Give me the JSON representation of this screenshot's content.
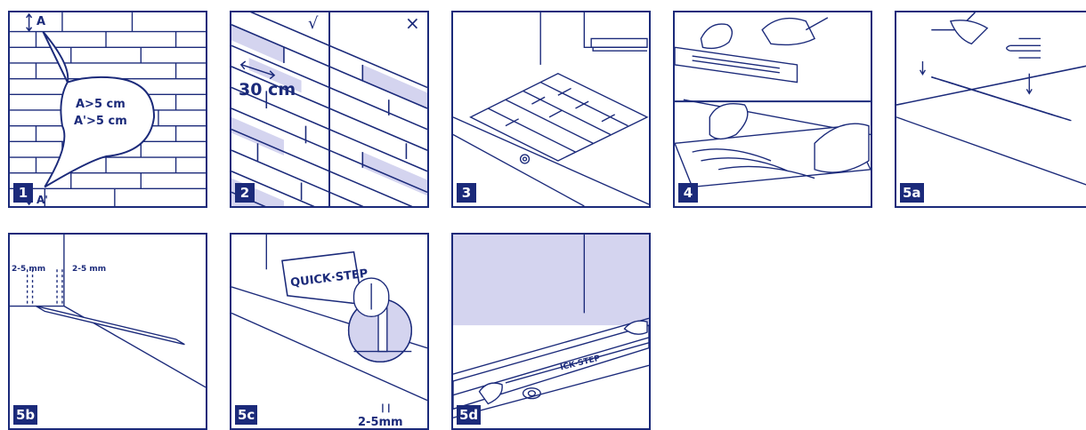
{
  "colors": {
    "ink": "#1b2a7a",
    "tint": "#d4d4ef",
    "paper": "#ffffff"
  },
  "panels": [
    {
      "badge": "1",
      "labels": {
        "a_top": "A",
        "a_bottom": "A'",
        "rule1": "A>5 cm",
        "rule2": "A'>5 cm"
      }
    },
    {
      "badge": "2",
      "labels": {
        "ok": "√",
        "no": "×",
        "distance": "30 cm"
      }
    },
    {
      "badge": "3"
    },
    {
      "badge": "4"
    },
    {
      "badge": "5a"
    },
    {
      "badge": "5b",
      "labels": {
        "gap_left": "2-5 mm",
        "gap_right": "2-5 mm"
      }
    },
    {
      "badge": "5c",
      "labels": {
        "brand": "QUICK·STEP",
        "gap": "2-5mm"
      }
    },
    {
      "badge": "5d",
      "labels": {
        "tape_text": "ICK·STEP"
      }
    }
  ]
}
